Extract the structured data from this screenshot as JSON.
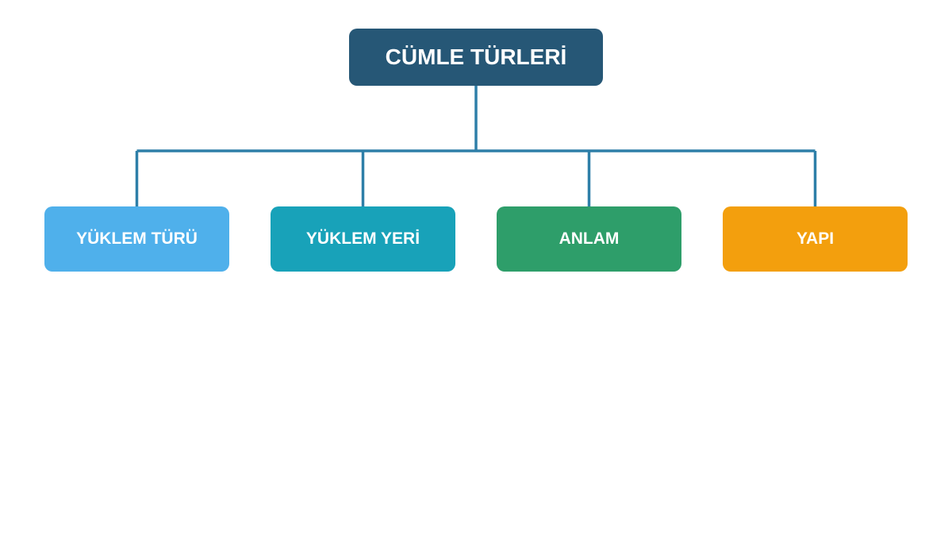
{
  "root": {
    "label": "CÜMLE TÜRLERİ",
    "color": "#265776"
  },
  "children": [
    {
      "label": "YÜKLEM TÜRÜ",
      "color": "#4FB0EB"
    },
    {
      "label": "YÜKLEM YERİ",
      "color": "#18A2B9"
    },
    {
      "label": "ANLAM",
      "color": "#2E9E6A"
    },
    {
      "label": "YAPI",
      "color": "#F39F0D"
    }
  ],
  "connector_color": "#2E7FA8"
}
